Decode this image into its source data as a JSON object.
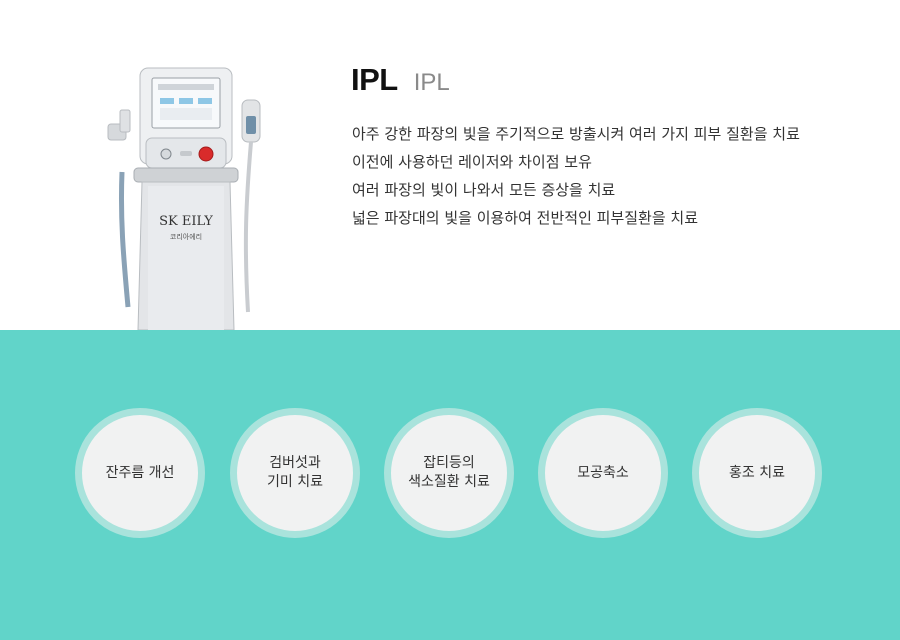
{
  "title": {
    "main": "IPL",
    "sub": "IPL"
  },
  "device": {
    "brand": "SK EILY",
    "brand_sub": "코리아에리",
    "screen_title": "Intense Pulse Light Treatment System",
    "colors": {
      "body": "#d9dcdf",
      "panel": "#eef0f2",
      "screen": "#bfe3f3",
      "handle": "#6f8fa8",
      "button": "#d92b2b"
    }
  },
  "description": [
    "아주 강한 파장의 빛을 주기적으로 방출시켜 여러 가지 피부 질환을 치료",
    "이전에 사용하던 레이저와 차이점 보유",
    "여러 파장의 빛이 나와서 모든 증상을 치료",
    "넓은 파장대의 빛을 이용하여 전반적인 피부질환을 치료"
  ],
  "effects": [
    "잔주름 개선",
    "검버섯과\n기미 치료",
    "잡티등의\n색소질환 치료",
    "모공축소",
    "홍조 치료"
  ],
  "colors": {
    "teal": "#61d4c9",
    "ring": "#a9e3dc",
    "circle": "#f1f2f2"
  }
}
